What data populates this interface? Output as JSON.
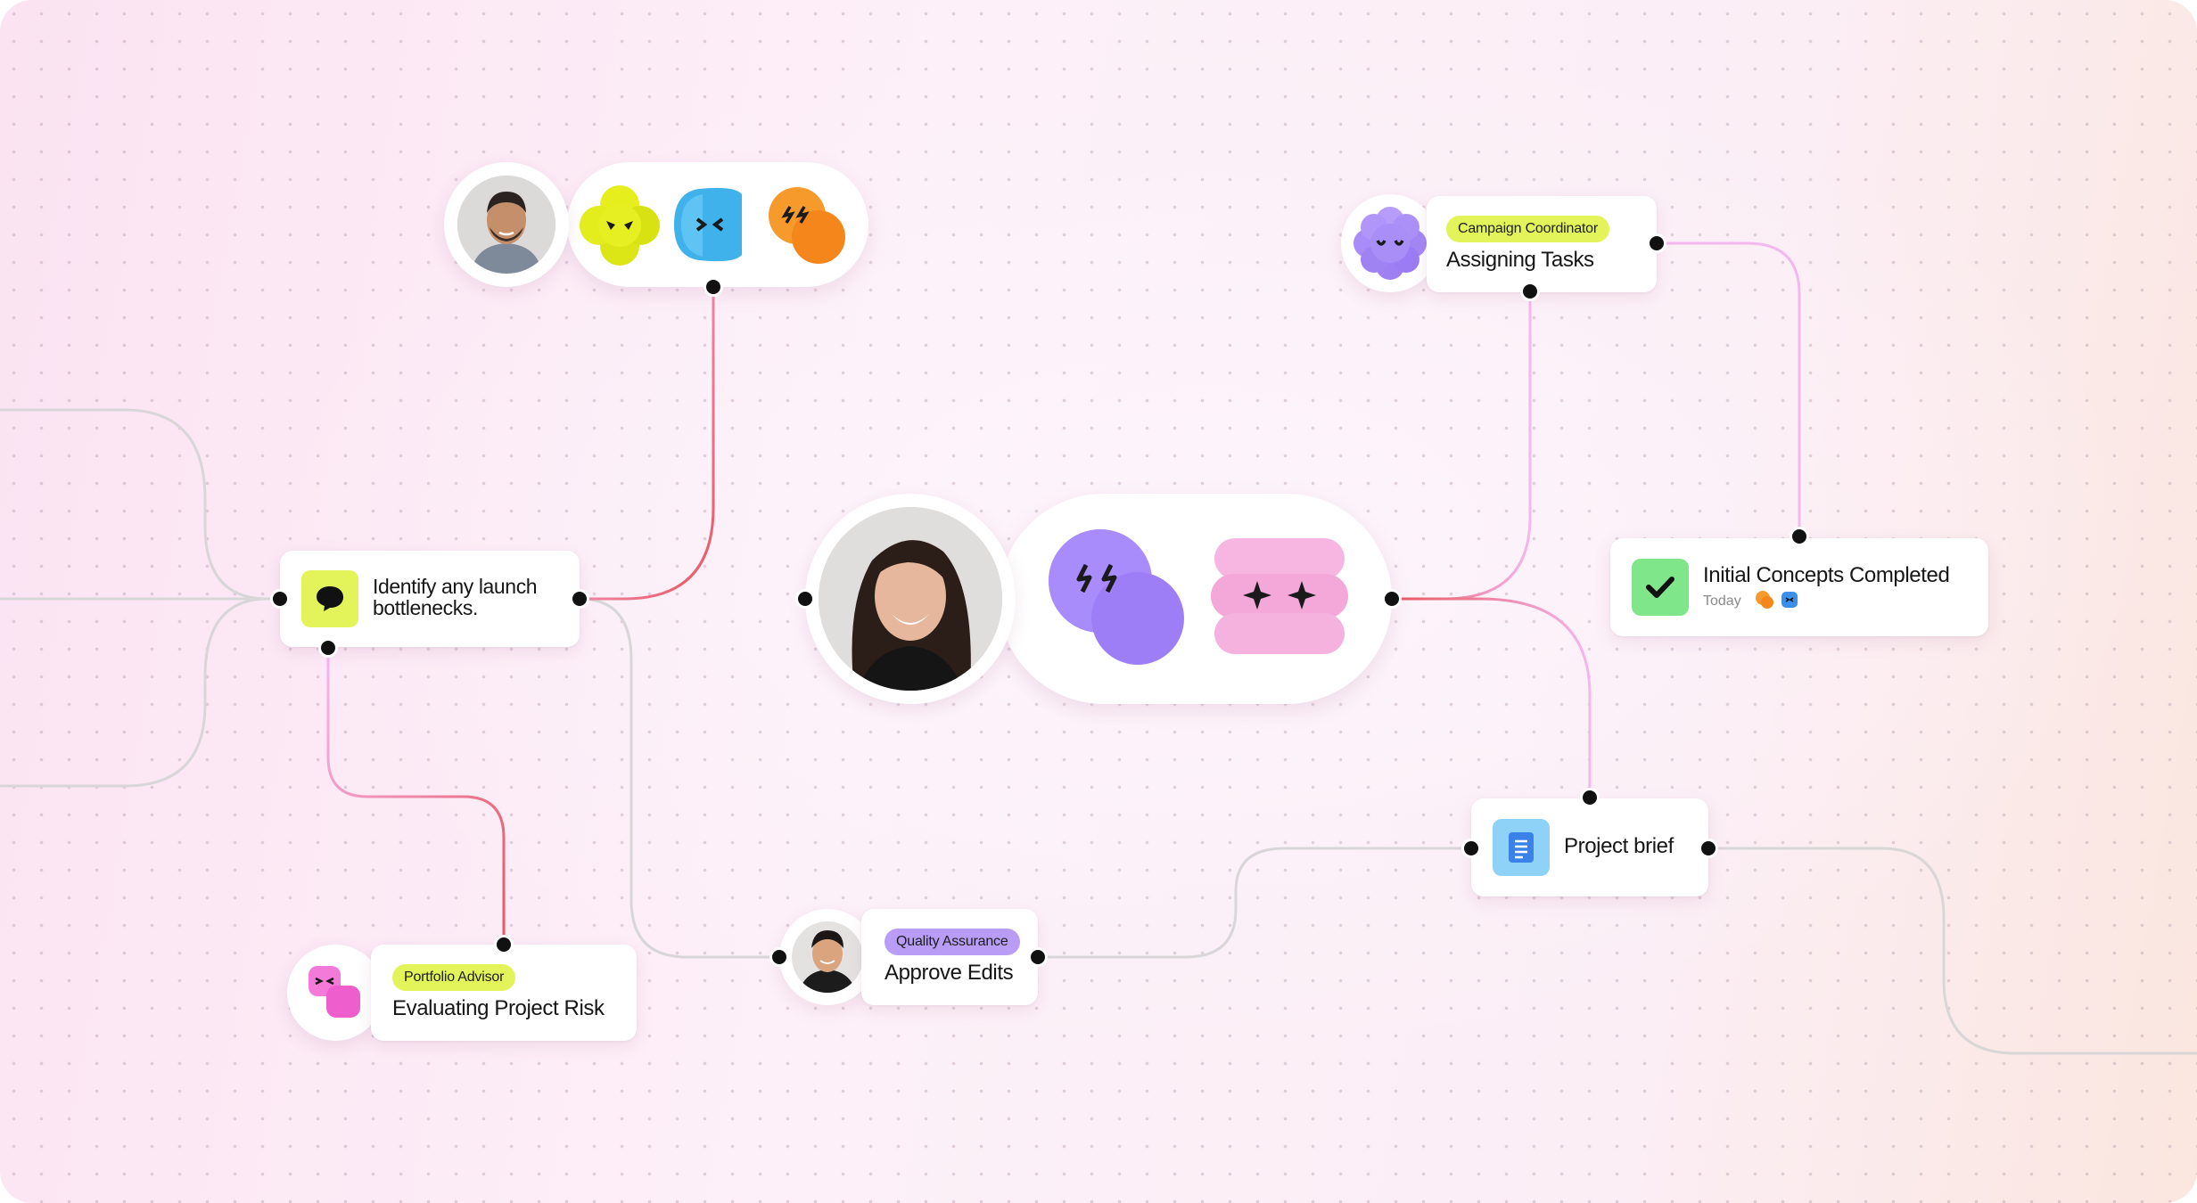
{
  "nodes": {
    "bottlenecks": {
      "text": "Identify any launch bottlenecks.",
      "icon": "chat-bubble-icon"
    },
    "assigning": {
      "tag": "Campaign Coordinator",
      "title": "Assigning Tasks",
      "icon": "purple-flower-mascot-icon"
    },
    "concepts": {
      "title": "Initial Concepts Completed",
      "meta": "Today",
      "icon": "check-icon"
    },
    "brief": {
      "title": "Project brief",
      "icon": "document-icon"
    },
    "approve": {
      "tag": "Quality Assurance",
      "title": "Approve Edits",
      "icon": "avatar-man-icon"
    },
    "risk": {
      "tag": "Portfolio Advisor",
      "title": "Evaluating Project Risk",
      "icon": "pink-blob-mascot-icon"
    }
  },
  "colors": {
    "tag_lime": "#e2f45a",
    "tag_purple": "#b89cf6",
    "wire_active": "#e8555f",
    "wire_pink": "#f3b8ee",
    "wire_gray": "#d9d6d8",
    "check_bg": "#7fe68a",
    "doc_bg": "#8ed2f8",
    "chat_bg": "#e2f45a"
  }
}
